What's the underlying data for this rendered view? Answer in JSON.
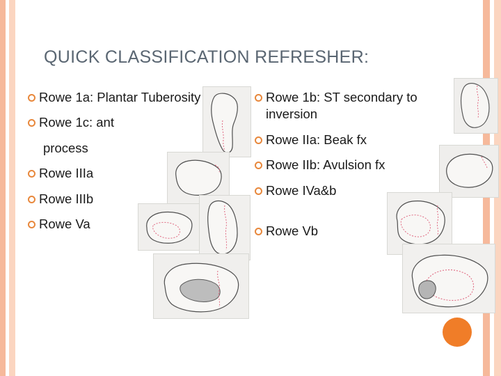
{
  "slide": {
    "title": "QUICK CLASSIFICATION REFRESHER:",
    "accent_color": "#f07d28",
    "title_color": "#5a6672",
    "band_colors": [
      "#f6b99b",
      "#fbd5c0"
    ]
  },
  "columns": {
    "left": [
      {
        "text": "Rowe 1a: Plantar Tuberosity",
        "bullet": "ring-bullet"
      },
      {
        "text": "Rowe 1c: ant",
        "bullet": "ring-bullet"
      },
      {
        "text": "process",
        "bullet": "none"
      },
      {
        "text": "Rowe IIIa",
        "bullet": "ring-bullet"
      },
      {
        "text": "Rowe IIIb",
        "bullet": "ring-bullet"
      },
      {
        "text": "Rowe Va",
        "bullet": "ring-bullet"
      }
    ],
    "right": [
      {
        "text": "Rowe 1b: ST secondary to inversion",
        "bullet": "ring-bullet"
      },
      {
        "text": "Rowe IIa: Beak fx",
        "bullet": "ring-bullet"
      },
      {
        "text": "Rowe IIb: Avulsion fx",
        "bullet": "ring-bullet"
      },
      {
        "text": "Rowe IVa&b",
        "bullet": "ring-bullet"
      },
      {
        "text": "Rowe Vb",
        "bullet": "ring-bullet"
      }
    ]
  },
  "images": [
    {
      "name": "calcaneus-tracing-1a",
      "caption": ""
    },
    {
      "name": "calcaneus-tracing-1b",
      "caption": ""
    },
    {
      "name": "calcaneus-tracing-1c",
      "caption": ""
    },
    {
      "name": "calcaneus-tracing-IIa",
      "caption": ""
    },
    {
      "name": "calcaneus-tracing-IIIa",
      "caption": ""
    },
    {
      "name": "calcaneus-tracing-IIIb",
      "caption": ""
    },
    {
      "name": "calcaneus-tracing-IVab",
      "caption": ""
    },
    {
      "name": "calcaneus-tracing-Va",
      "caption": ""
    },
    {
      "name": "calcaneus-tracing-Vb",
      "caption": ""
    }
  ]
}
